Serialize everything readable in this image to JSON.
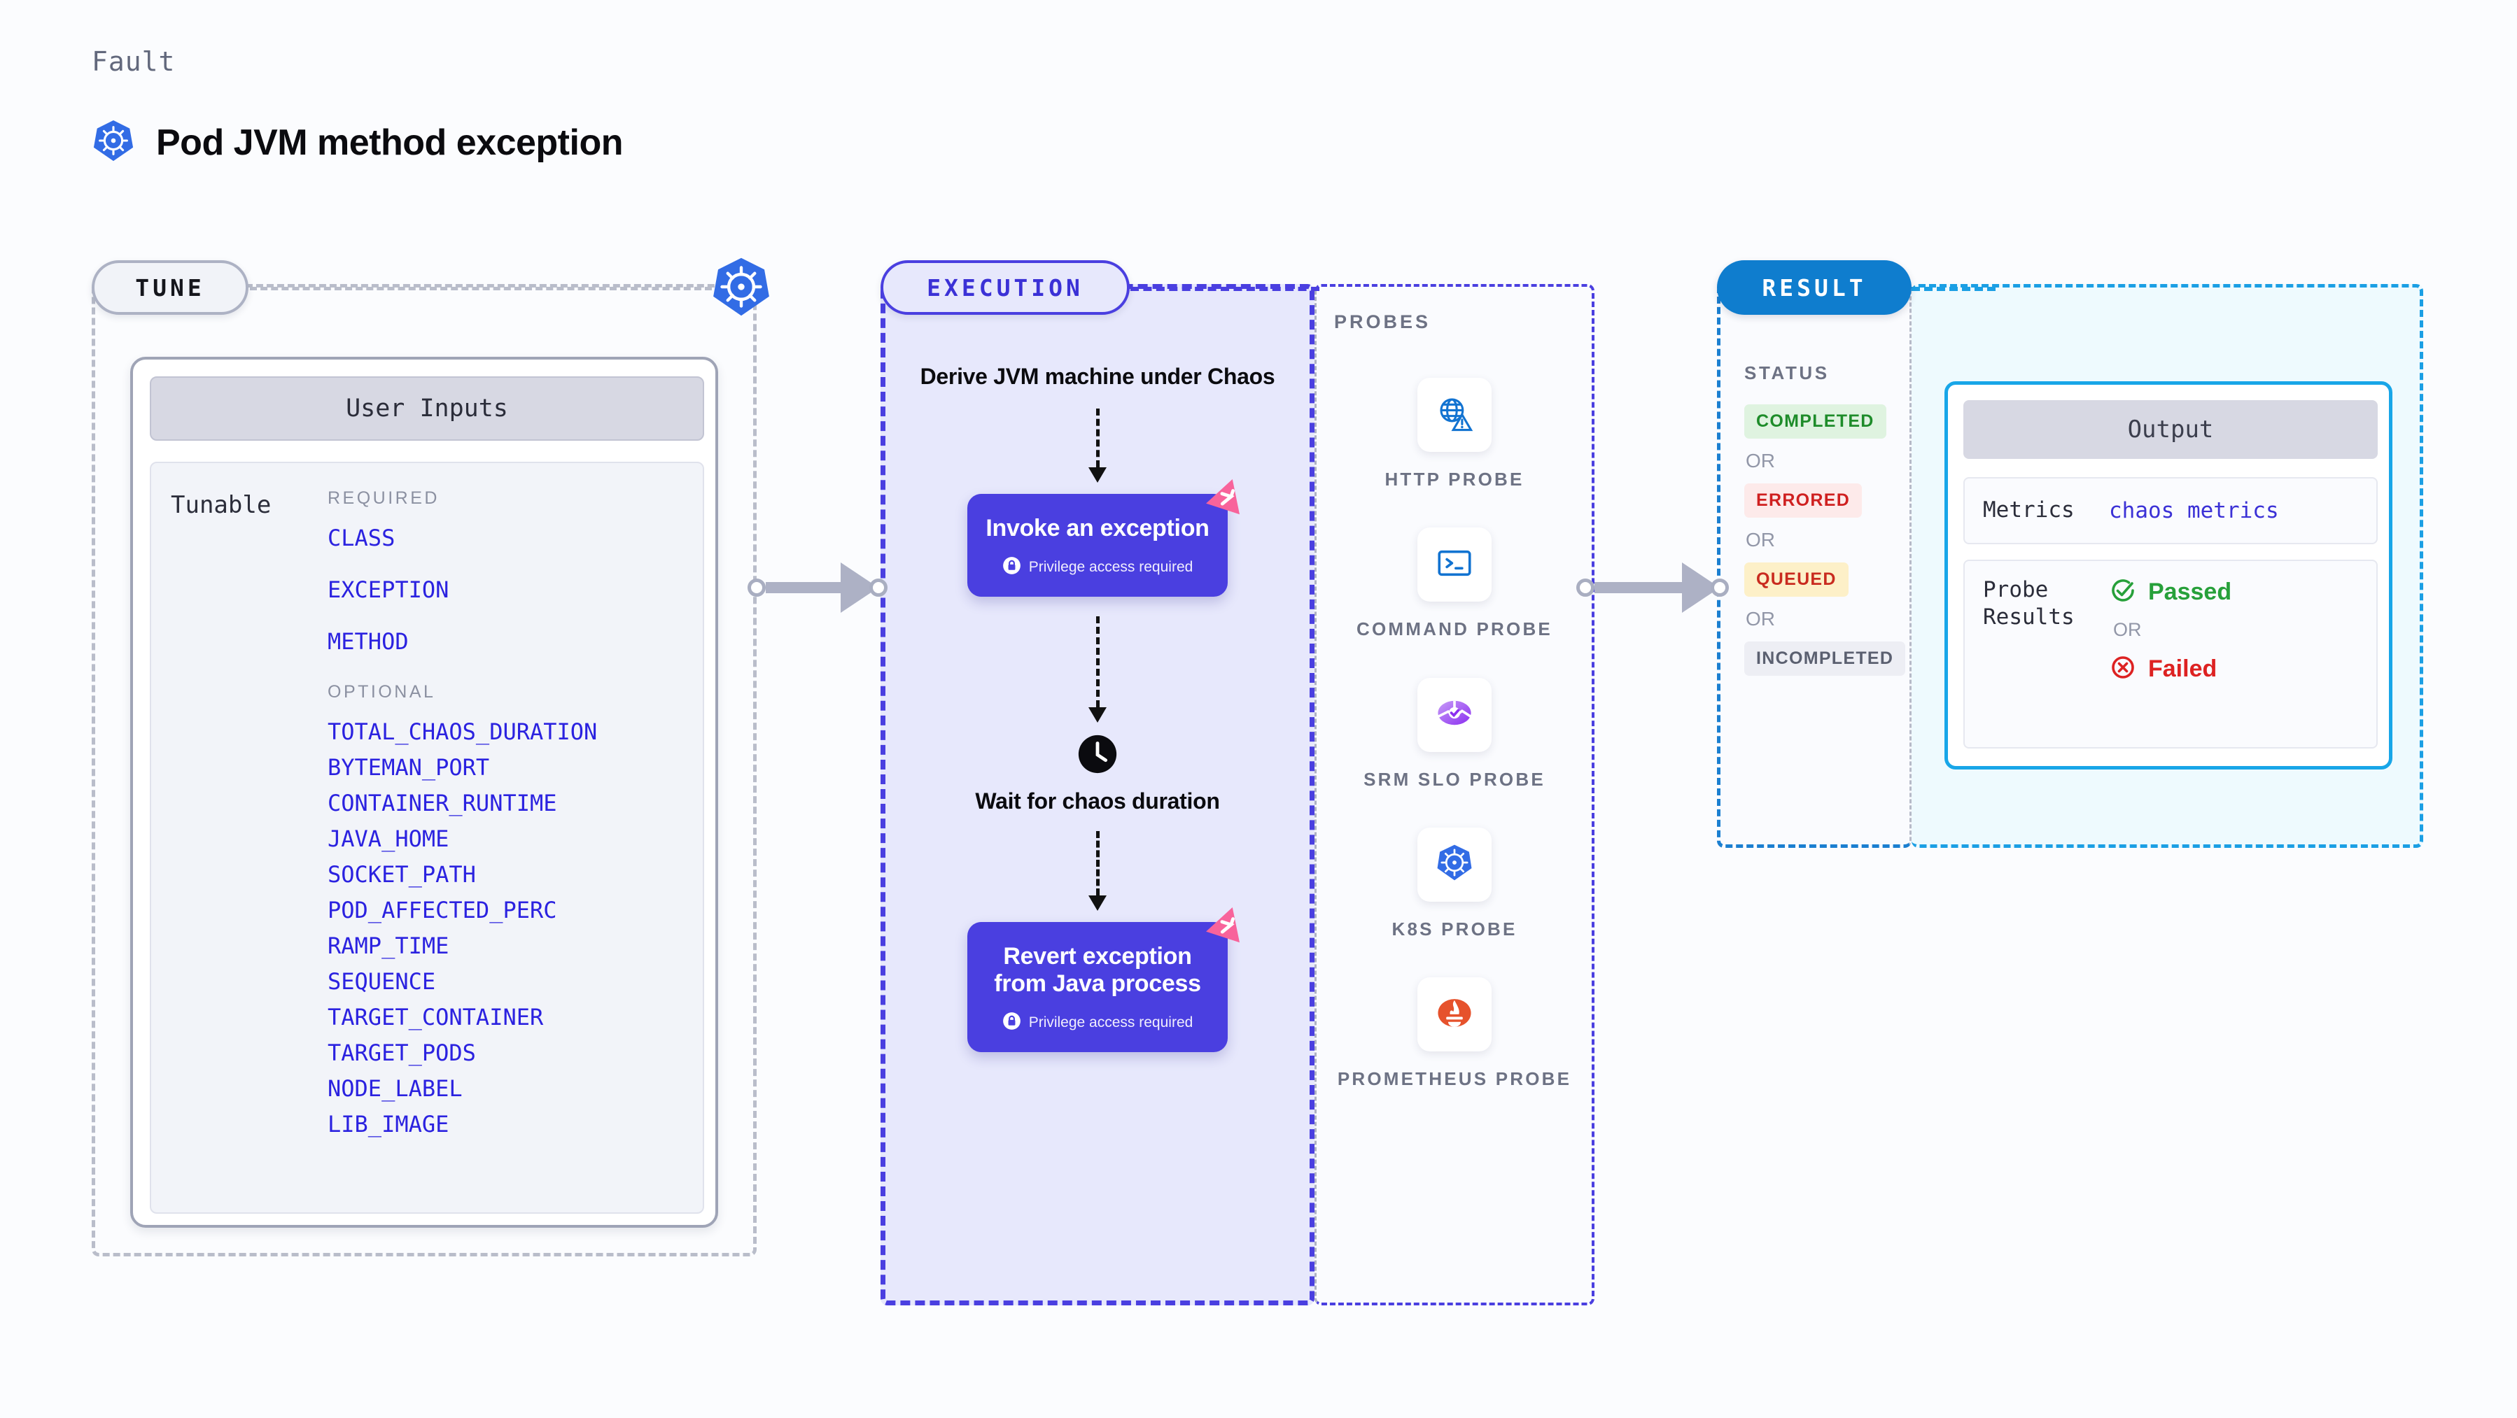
{
  "header": {
    "kicker": "Fault",
    "title": "Pod JVM method exception",
    "icon": "kubernetes-icon"
  },
  "colors": {
    "accent_purple": "#4a3fe0",
    "accent_blue": "#0f7dce",
    "accent_cyan": "#18a6e8",
    "param_link": "#2b22e0",
    "litmus_pink": "#f8639b",
    "status_completed": "#1e8c2a",
    "status_errored": "#cf2020",
    "status_queued": "#c92b1f",
    "status_incompleted": "#5b6070"
  },
  "tune": {
    "pill_label": "TUNE",
    "card": {
      "header": "User Inputs",
      "row_label": "Tunable",
      "groups": [
        {
          "title": "REQUIRED",
          "params": [
            "CLASS",
            "EXCEPTION",
            "METHOD"
          ]
        },
        {
          "title": "OPTIONAL",
          "params": [
            "TOTAL_CHAOS_DURATION",
            "BYTEMAN_PORT",
            "CONTAINER_RUNTIME",
            "JAVA_HOME",
            "SOCKET_PATH",
            "POD_AFFECTED_PERC",
            "RAMP_TIME",
            "SEQUENCE",
            "TARGET_CONTAINER",
            "TARGET_PODS",
            "NODE_LABEL",
            "LIB_IMAGE"
          ]
        }
      ]
    }
  },
  "execution": {
    "pill_label": "EXECUTION",
    "steps": [
      {
        "kind": "text",
        "label": "Derive JVM machine under Chaos"
      },
      {
        "kind": "box",
        "label": "Invoke an exception",
        "note": "Privilege access required",
        "badge": "litmus-icon",
        "note_icon": "lock-icon"
      },
      {
        "kind": "icon-text",
        "icon": "clock-icon",
        "label": "Wait for chaos duration"
      },
      {
        "kind": "box",
        "label": "Revert exception from Java process",
        "note": "Privilege access required",
        "badge": "litmus-icon",
        "note_icon": "lock-icon"
      }
    ]
  },
  "probes": {
    "title": "PROBES",
    "items": [
      {
        "label": "HTTP PROBE",
        "icon": "globe-warning-icon"
      },
      {
        "label": "COMMAND PROBE",
        "icon": "terminal-icon"
      },
      {
        "label": "SRM SLO PROBE",
        "icon": "srm-slo-icon"
      },
      {
        "label": "K8S PROBE",
        "icon": "kubernetes-icon"
      },
      {
        "label": "PROMETHEUS PROBE",
        "icon": "prometheus-icon"
      }
    ]
  },
  "result": {
    "pill_label": "RESULT",
    "status_title": "STATUS",
    "or_label": "OR",
    "statuses": [
      {
        "label": "COMPLETED",
        "bg": "#dff3e0",
        "fg": "#1e8c2a"
      },
      {
        "label": "ERRORED",
        "bg": "#fdeaea",
        "fg": "#cf2020"
      },
      {
        "label": "QUEUED",
        "bg": "#fdf0c8",
        "fg": "#c92b1f"
      },
      {
        "label": "INCOMPLETED",
        "bg": "#edeef4",
        "fg": "#5b6070"
      }
    ],
    "output": {
      "header": "Output",
      "metrics_key": "Metrics",
      "metrics_value": "chaos metrics",
      "probe_key": "Probe Results",
      "passed_label": "Passed",
      "failed_label": "Failed",
      "or_label": "OR",
      "passed_icon": "check-circle-icon",
      "failed_icon": "x-circle-icon"
    }
  }
}
